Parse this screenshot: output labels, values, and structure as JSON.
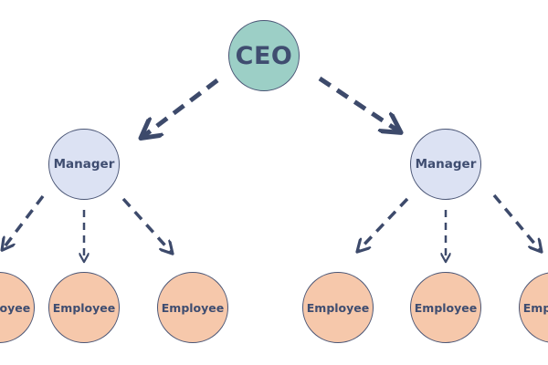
{
  "chart": {
    "ceo": {
      "label": "CEO"
    },
    "managers": [
      {
        "label": "Manager"
      },
      {
        "label": "Manager"
      }
    ],
    "employees": [
      {
        "label": "Employee"
      },
      {
        "label": "Employee"
      },
      {
        "label": "Employee"
      },
      {
        "label": "Employee"
      },
      {
        "label": "Employee"
      },
      {
        "label": "Employee"
      }
    ]
  },
  "colors": {
    "ceo_fill": "#9ccfc6",
    "manager_fill": "#dce2f3",
    "employee_fill": "#f6c8ab",
    "text": "#3f4d70",
    "arrow": "#3d4a6b"
  }
}
